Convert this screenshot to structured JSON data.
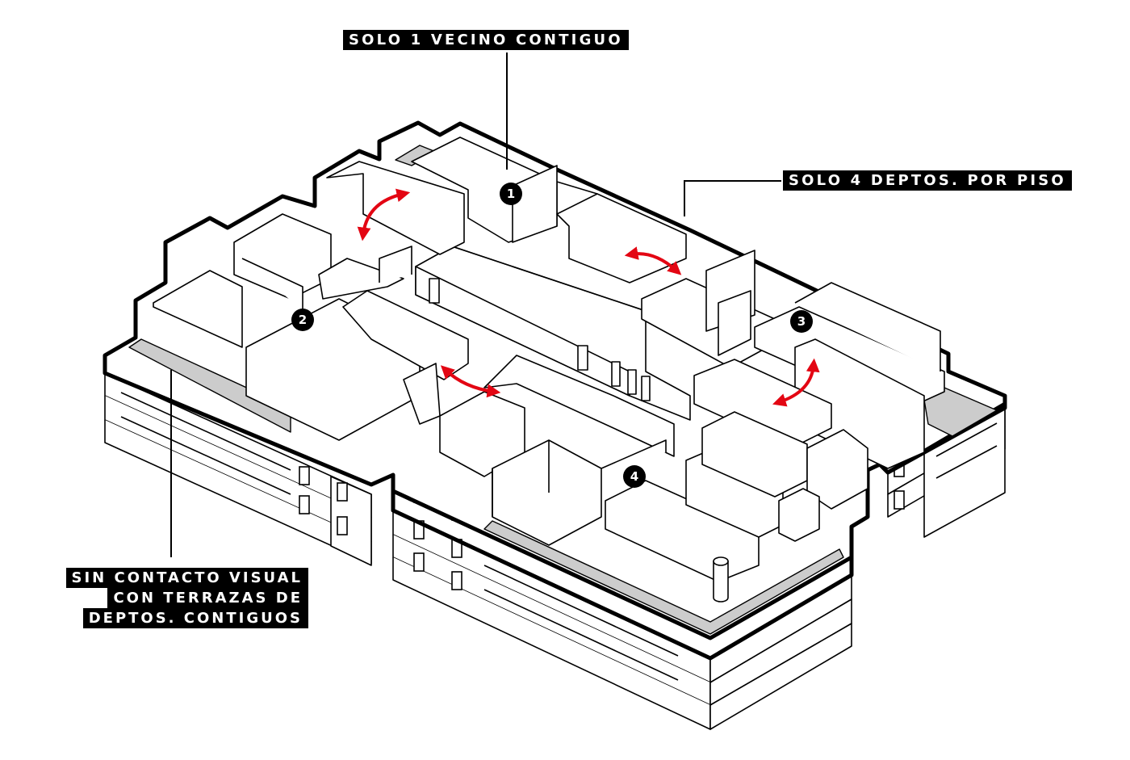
{
  "callouts": {
    "one_neighbor": "SOLO 1 VECINO CONTIGUO",
    "four_units": "SOLO 4 DEPTOS. POR PISO",
    "no_visual_line1": "SIN CONTACTO VISUAL",
    "no_visual_line2": "CON TERRAZAS DE",
    "no_visual_line3": "DEPTOS. CONTIGUOS"
  },
  "units": [
    "1",
    "2",
    "3",
    "4"
  ],
  "colors": {
    "ink": "#000000",
    "paper": "#ffffff",
    "terrace": "#cccccc",
    "adjacency_arrow": "#e30613"
  },
  "icons": [
    "unit-number-badge",
    "double-headed-arrow"
  ]
}
